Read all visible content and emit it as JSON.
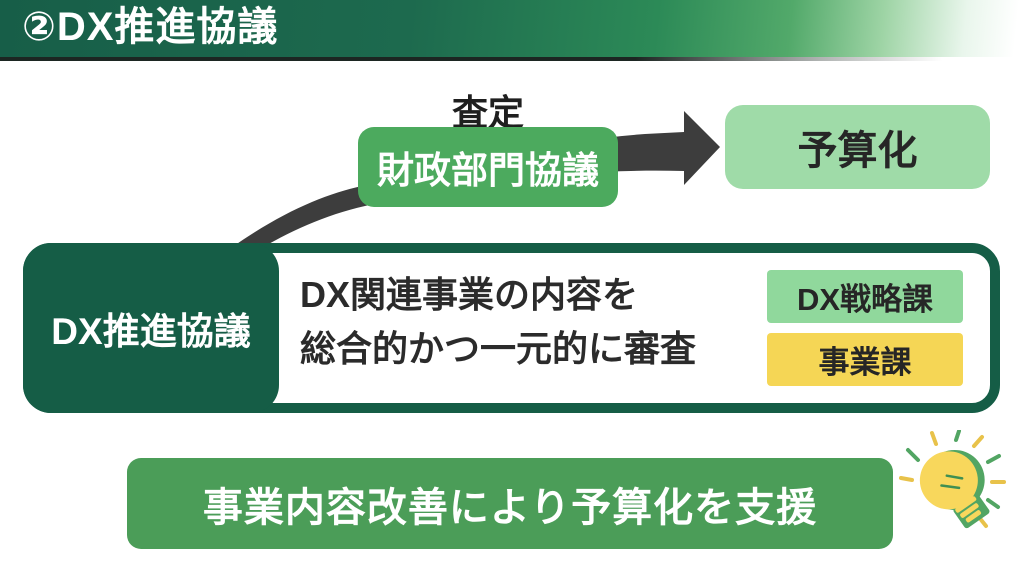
{
  "header": {
    "title": "②DX推進協議"
  },
  "flow": {
    "assessment_label": "査定",
    "finance_box_label": "財政部門協議",
    "budget_box_label": "予算化",
    "arrow_icon": "curved-right-arrow"
  },
  "council": {
    "title": "DX推進協議",
    "description_line1": "DX関連事業の内容を",
    "description_line2": "総合的かつ一元的に審査",
    "members": [
      {
        "label": "DX戦略課",
        "color": "#90d89c"
      },
      {
        "label": "事業課",
        "color": "#f5d655"
      }
    ]
  },
  "footer": {
    "message": "事業内容改善により予算化を支援",
    "idea_icon": "lightbulb"
  },
  "colors": {
    "header_green": "#175e48",
    "dark_green": "#155d46",
    "mid_green": "#4caa5e",
    "banner_green": "#4b9d58",
    "light_green": "#9fdba8",
    "member_green": "#90d89c",
    "member_yellow": "#f5d655",
    "arrow_gray": "#3d3d3d",
    "bulb_yellow": "#f8d75c"
  }
}
